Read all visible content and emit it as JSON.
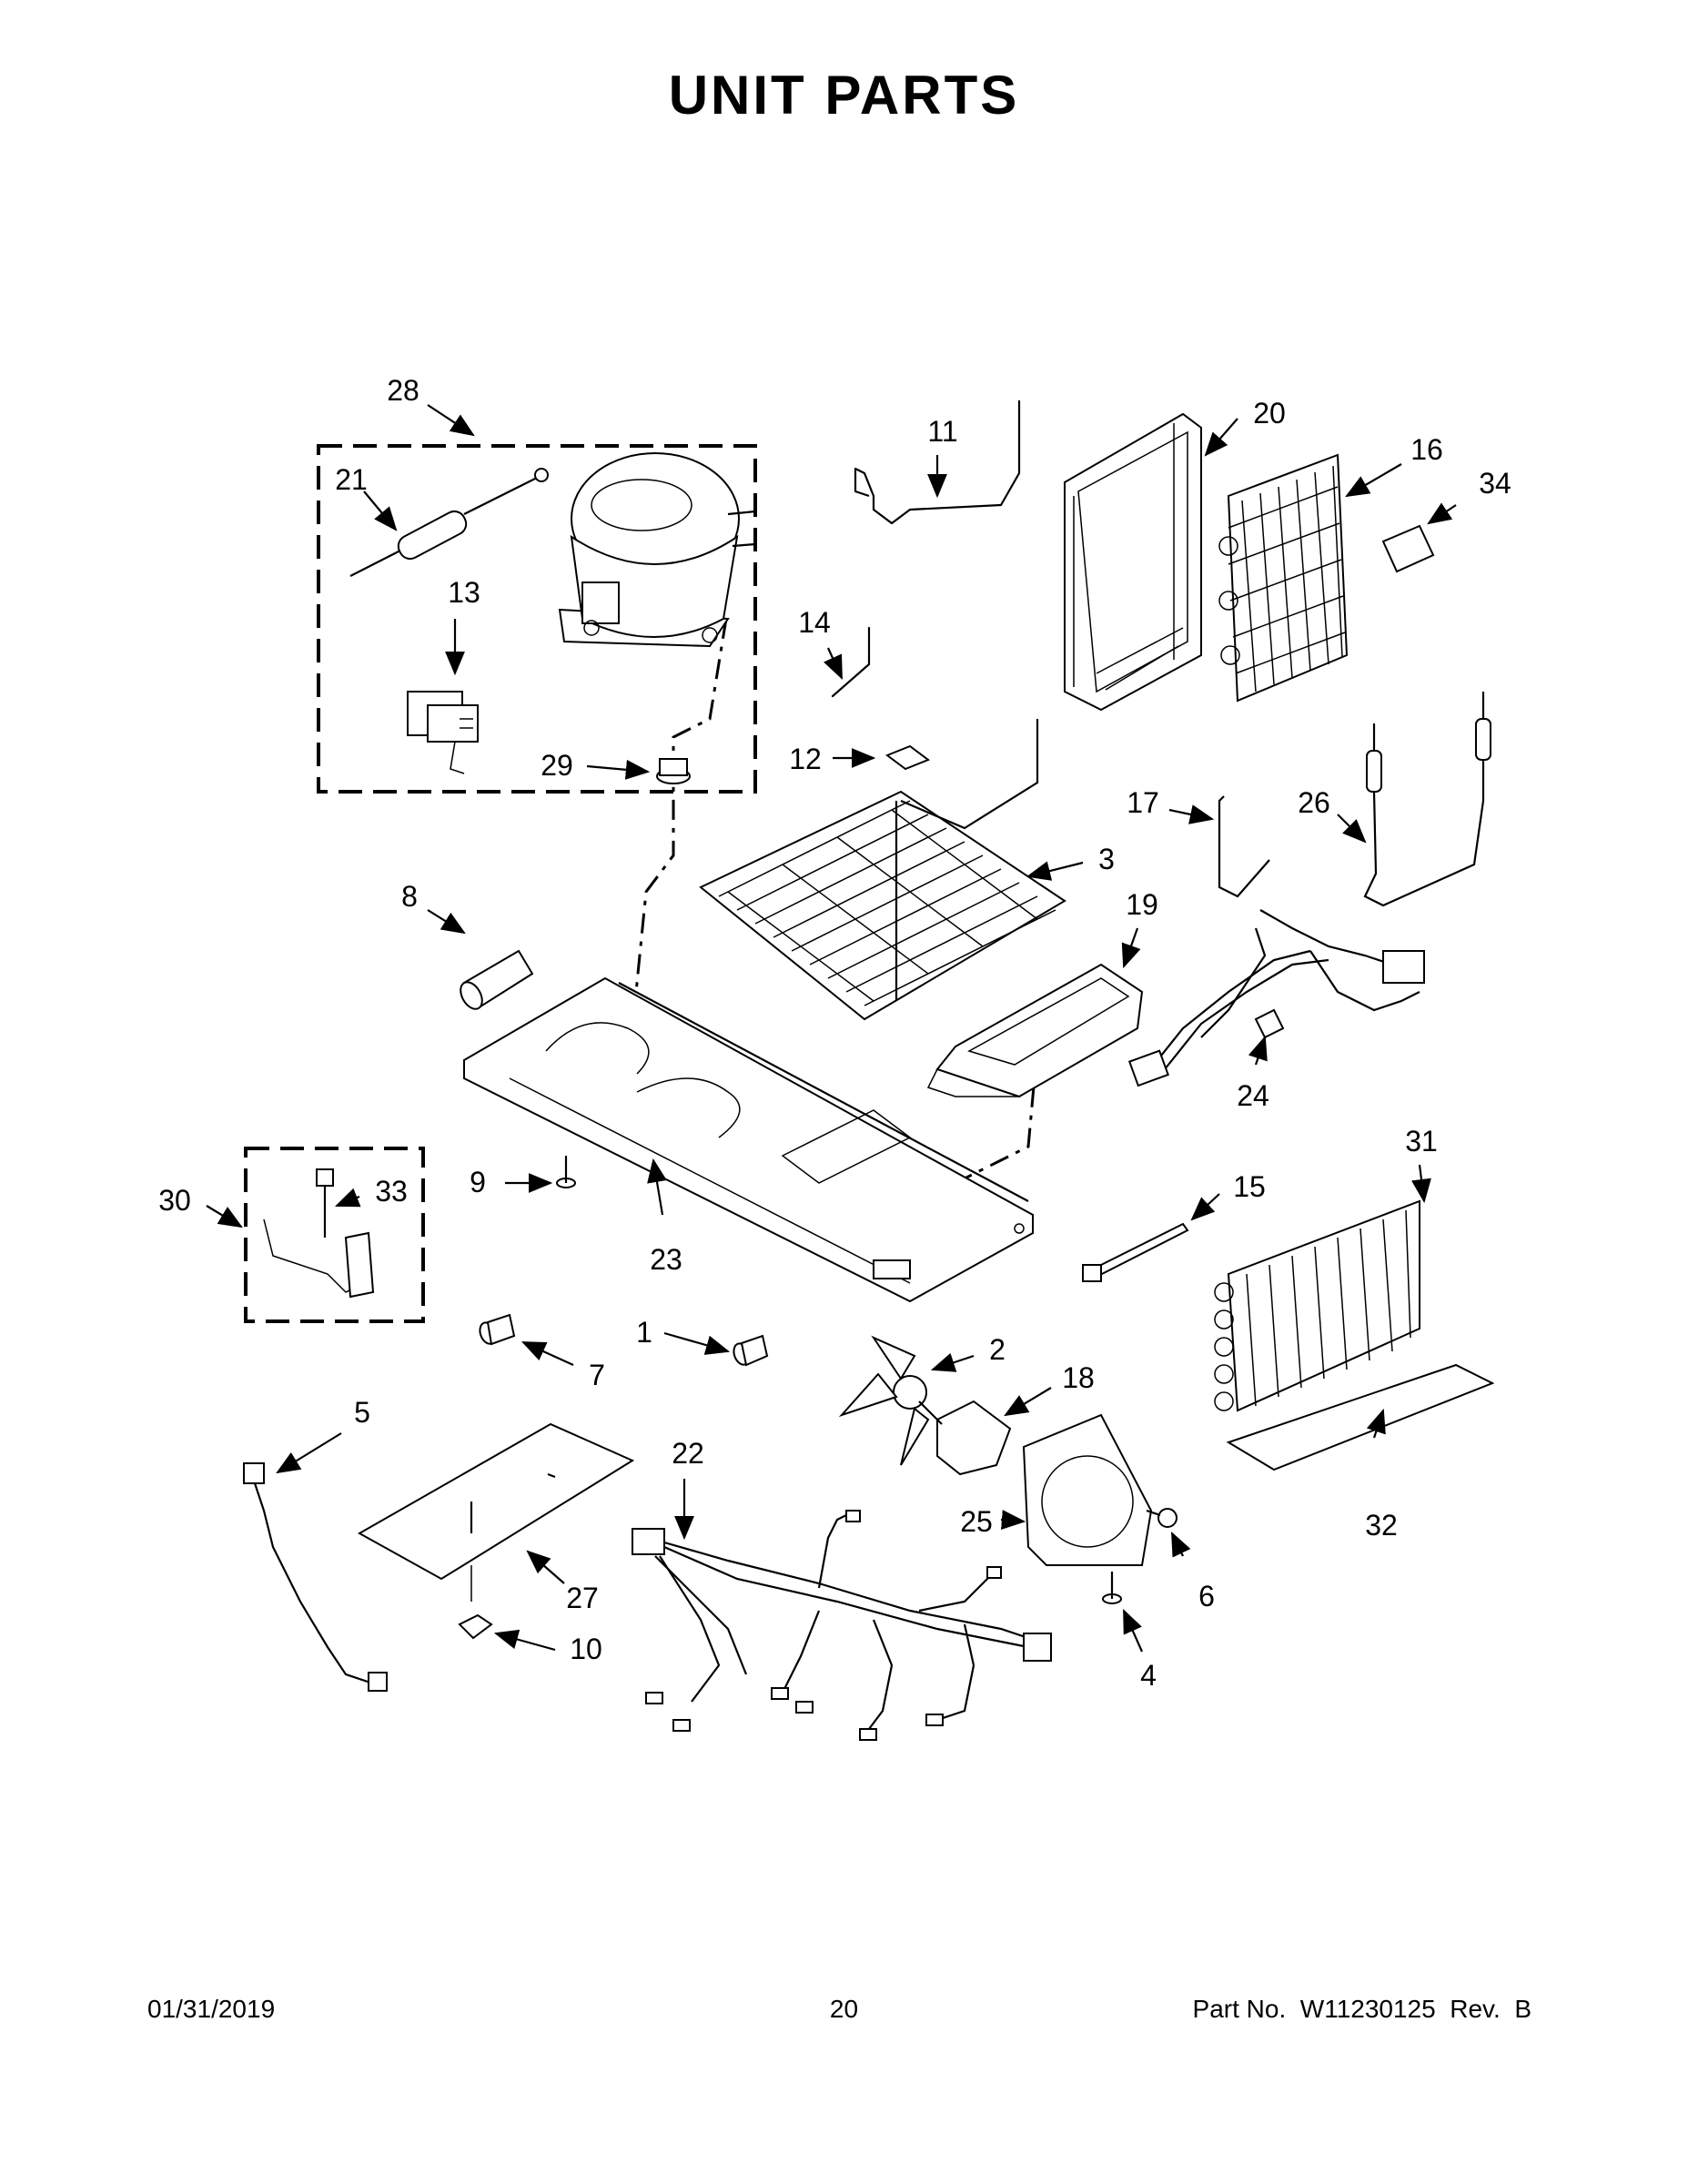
{
  "title": "UNIT PARTS",
  "footer": {
    "date": "01/31/2019",
    "page": "20",
    "part_number": "Part No.  W11230125  Rev.  B"
  },
  "callouts": [
    "1",
    "2",
    "3",
    "4",
    "5",
    "6",
    "7",
    "8",
    "9",
    "10",
    "11",
    "12",
    "13",
    "14",
    "15",
    "16",
    "17",
    "18",
    "19",
    "20",
    "21",
    "22",
    "23",
    "24",
    "25",
    "26",
    "27",
    "28",
    "29",
    "30",
    "31",
    "32",
    "33",
    "34"
  ]
}
